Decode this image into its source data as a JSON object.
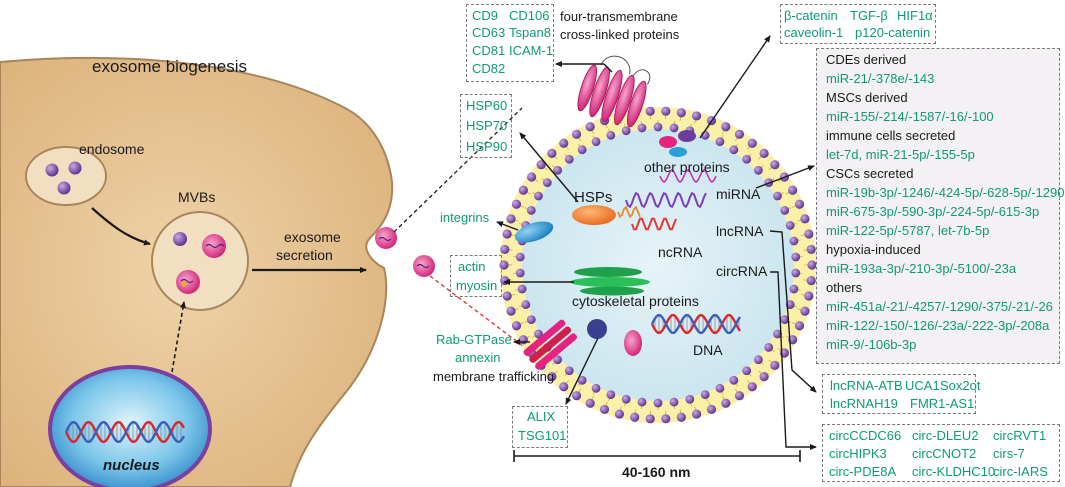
{
  "biogenesis": {
    "title": "exosome biogenesis",
    "endosome": "endosome",
    "mvbs": "MVBs",
    "secretion_line1": "exosome",
    "secretion_line2": "secretion",
    "nucleus": "nucleus"
  },
  "membrane": {
    "tetraspanins": [
      "CD9",
      "CD106",
      "CD63",
      "Tspan8",
      "CD81",
      "ICAM-1",
      "CD82"
    ],
    "tetraspanin_label_line1": "four-transmembrane",
    "tetraspanin_label_line2": "cross-linked proteins",
    "hsp_items": [
      "HSP60",
      "HSP70",
      "HSP90"
    ],
    "hsp_label": "HSPs",
    "integrins": "integrins",
    "cyto_items": [
      "actin",
      "myosin"
    ],
    "cyto_label": "cytoskeletal proteins",
    "trafficking_items": [
      "Rab-GTPase",
      "annexin"
    ],
    "trafficking_label": "membrane trafficking",
    "escrt_items": [
      "ALIX",
      "TSG101"
    ]
  },
  "other_proteins": {
    "items": [
      "β-catenin",
      "TGF-β",
      "HIF1α",
      "caveolin-1",
      "p120-catenin"
    ],
    "label": "other proteins"
  },
  "lumen": {
    "ncrna": "ncRNA",
    "mirna": "miRNA",
    "lncrna": "lncRNA",
    "circrna": "circRNA",
    "dna": "DNA"
  },
  "mirna_panel": {
    "groups": [
      {
        "heading": "CDEs derived",
        "lines": [
          "miR-21/-378e/-143"
        ]
      },
      {
        "heading": "MSCs derived",
        "lines": [
          "miR-155/-214/-1587/-16/-100"
        ]
      },
      {
        "heading": "immune cells secreted",
        "lines": [
          "let-7d, miR-21-5p/-155-5p"
        ]
      },
      {
        "heading": "CSCs secreted",
        "lines": [
          "miR-19b-3p/-1246/-424-5p/-628-5p/-1290",
          "miR-675-3p/-590-3p/-224-5p/-615-3p",
          "miR-122-5p/-5787, let-7b-5p"
        ]
      },
      {
        "heading": "hypoxia-induced",
        "lines": [
          "miR-193a-3p/-210-3p/-5100/-23a"
        ]
      },
      {
        "heading": "others",
        "lines": [
          "miR-451a/-21/-4257/-1290/-375/-21/-26",
          "miR-122/-150/-126/-23a/-222-3p/-208a",
          "miR-9/-106b-3p"
        ]
      }
    ]
  },
  "lncrna_panel": {
    "items": [
      "lncRNA-ATB",
      "UCA1",
      "Sox2ot",
      "lncRNAH19",
      "FMR1-AS1"
    ]
  },
  "circrna_panel": {
    "items": [
      "circCCDC66",
      "circ-DLEU2",
      "circRVT1",
      "circHIPK3",
      "circCNOT2",
      "cirs-7",
      "circ-PDE8A",
      "circ-KLDHC10",
      "circ-IARS"
    ]
  },
  "scale": {
    "label": "40-160 nm"
  },
  "colors": {
    "cell_fill": "#e7c595",
    "cell_stroke": "#a8855a",
    "vesicle_fill": "#d9ecf2",
    "bead": "#6a3d9a",
    "magenta": "#e6237e",
    "green_text": "#0e9a78",
    "dna_red": "#d8282f",
    "dna_blue": "#3a5fb8",
    "nucleus_blue": "#2a8fd0"
  }
}
